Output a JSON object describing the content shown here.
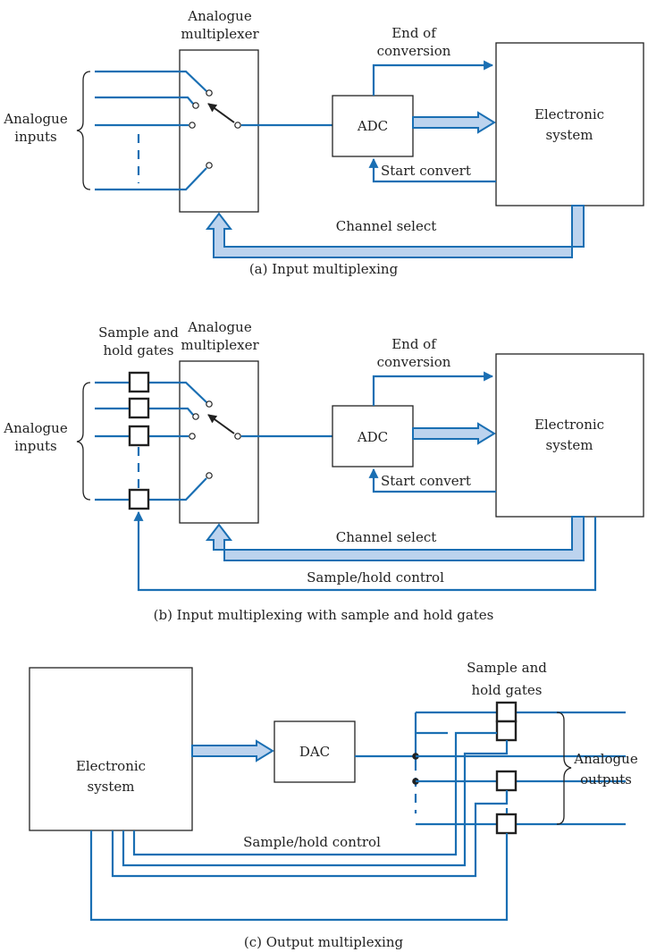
{
  "colors": {
    "wire": "#1a6fb3",
    "bus_fill": "#bcd3ee",
    "ink": "#222222"
  },
  "panel_a": {
    "mux_label": [
      "Analogue",
      "multiplexer"
    ],
    "inputs_label": [
      "Analogue",
      "inputs"
    ],
    "adc": "ADC",
    "eoc": [
      "End of",
      "conversion"
    ],
    "system": [
      "Electronic",
      "system"
    ],
    "start": "Start convert",
    "chsel": "Channel select",
    "caption": "(a) Input multiplexing"
  },
  "panel_b": {
    "sh_label": [
      "Sample and",
      "hold gates"
    ],
    "mux_label": [
      "Analogue",
      "multiplexer"
    ],
    "inputs_label": [
      "Analogue",
      "inputs"
    ],
    "adc": "ADC",
    "eoc": [
      "End of",
      "conversion"
    ],
    "system": [
      "Electronic",
      "system"
    ],
    "start": "Start convert",
    "chsel": "Channel select",
    "shctrl": "Sample/hold control",
    "caption": "(b) Input multiplexing with sample and hold gates"
  },
  "panel_c": {
    "sh_label": [
      "Sample and",
      "hold gates"
    ],
    "system": [
      "Electronic",
      "system"
    ],
    "dac": "DAC",
    "outputs_label": [
      "Analogue",
      "outputs"
    ],
    "shctrl": "Sample/hold control",
    "caption": "(c) Output multiplexing"
  }
}
